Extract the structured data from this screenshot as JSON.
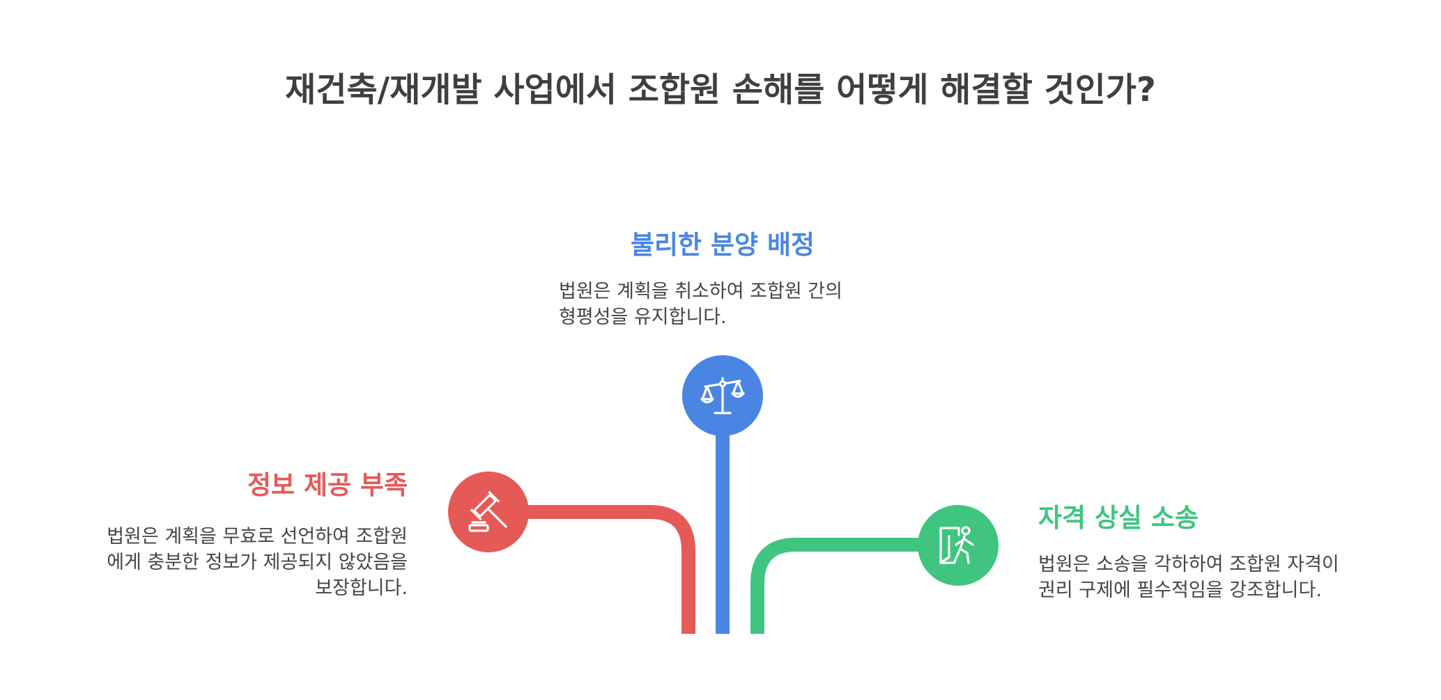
{
  "title": "재건축/재개발 사업에서 조합원 손해를 어떻게 해결할 것인가?",
  "colors": {
    "red": "#e55a57",
    "blue": "#4a85e4",
    "green": "#3fc57f",
    "text": "#3f3f3f"
  },
  "branches": [
    {
      "heading": "불리한 분양 배정",
      "description_lines": [
        "법원은 계획을 취소하여 조합원 간의",
        "형평성을 유지합니다."
      ],
      "icon": "scales-icon",
      "color": "#4a85e4"
    },
    {
      "heading": "정보 제공 부족",
      "description_lines": [
        "법원은 계획을 무효로 선언하여 조합원",
        "에게 충분한 정보가 제공되지 않았음을",
        "보장합니다."
      ],
      "icon": "gavel-icon",
      "color": "#e55a57"
    },
    {
      "heading": "자격 상실 소송",
      "description_lines": [
        "법원은 소송을 각하하여 조합원 자격이",
        "권리 구제에 필수적임을 강조합니다."
      ],
      "icon": "person-leaving-door-icon",
      "color": "#3fc57f"
    }
  ]
}
